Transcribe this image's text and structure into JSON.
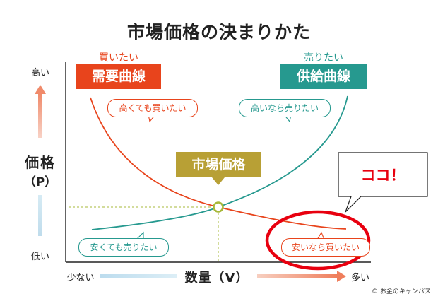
{
  "title": "市場価格の決まりかた",
  "demand": {
    "caption": "買いたい",
    "label": "需要曲線",
    "color": "#e8441c"
  },
  "supply": {
    "caption": "売りたい",
    "label": "供給曲線",
    "color": "#26998f"
  },
  "bubbles": {
    "demand_high": "高くても買いたい",
    "supply_high": "高いなら売りたい",
    "supply_low": "安くても売りたい",
    "demand_low": "安いなら買いたい"
  },
  "market_price": {
    "label": "市場価格",
    "color": "#b8a035"
  },
  "callout": {
    "text": "ココ！",
    "color": "#e8000f"
  },
  "y_axis": {
    "label_line1": "価格",
    "label_line2": "（P）",
    "high": "高い",
    "low": "低い"
  },
  "x_axis": {
    "label": "数量（V）",
    "low": "少ない",
    "high": "多い"
  },
  "copyright": "© お金のキャンパス"
}
